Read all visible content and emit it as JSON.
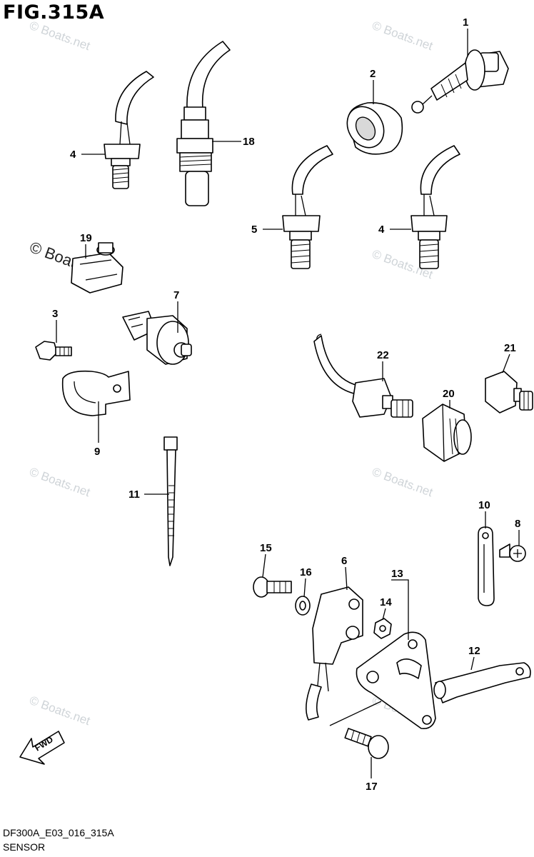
{
  "figure": {
    "title": "FIG.315A",
    "code": "DF300A_E03_016_315A",
    "name": "SENSOR"
  },
  "watermark": {
    "text": "© Boats.net"
  },
  "direction_marker": {
    "text": "FWD"
  },
  "callouts": [
    {
      "id": "c1",
      "label": "1"
    },
    {
      "id": "c2",
      "label": "2"
    },
    {
      "id": "c3",
      "label": "3"
    },
    {
      "id": "c4a",
      "label": "4"
    },
    {
      "id": "c4b",
      "label": "4"
    },
    {
      "id": "c5",
      "label": "5"
    },
    {
      "id": "c6",
      "label": "6"
    },
    {
      "id": "c7",
      "label": "7"
    },
    {
      "id": "c8",
      "label": "8"
    },
    {
      "id": "c9",
      "label": "9"
    },
    {
      "id": "c10",
      "label": "10"
    },
    {
      "id": "c11",
      "label": "11"
    },
    {
      "id": "c12",
      "label": "12"
    },
    {
      "id": "c13",
      "label": "13"
    },
    {
      "id": "c14",
      "label": "14"
    },
    {
      "id": "c15",
      "label": "15"
    },
    {
      "id": "c16",
      "label": "16"
    },
    {
      "id": "c17",
      "label": "17"
    },
    {
      "id": "c18",
      "label": "18"
    },
    {
      "id": "c19",
      "label": "19"
    },
    {
      "id": "c20",
      "label": "20"
    },
    {
      "id": "c21",
      "label": "21"
    },
    {
      "id": "c22",
      "label": "22"
    }
  ]
}
